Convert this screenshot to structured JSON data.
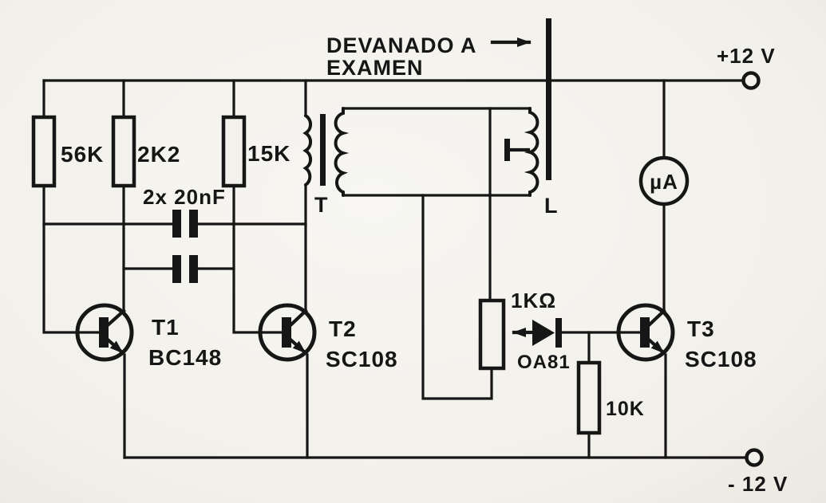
{
  "note": {
    "line1": "DEVANADO A",
    "line2": "EXAMEN"
  },
  "power": {
    "positive": "+12 V",
    "negative": "- 12 V"
  },
  "resistors": {
    "r1": "56K",
    "r2": "2K2",
    "r3": "15K",
    "r4": "10K",
    "pot": "1KΩ"
  },
  "capacitors": {
    "pair_label": "2x 20nF"
  },
  "diode": {
    "label": "OA81"
  },
  "transistors": {
    "t1": {
      "id": "T1",
      "part": "BC148"
    },
    "t2": {
      "id": "T2",
      "part": "SC108"
    },
    "t3": {
      "id": "T3",
      "part": "SC108"
    }
  },
  "transformer": {
    "label": "T"
  },
  "coil": {
    "label": "L"
  },
  "meter": {
    "label": "µA"
  },
  "colors": {
    "ink": "#161616",
    "paper": "#f3f1ec"
  }
}
